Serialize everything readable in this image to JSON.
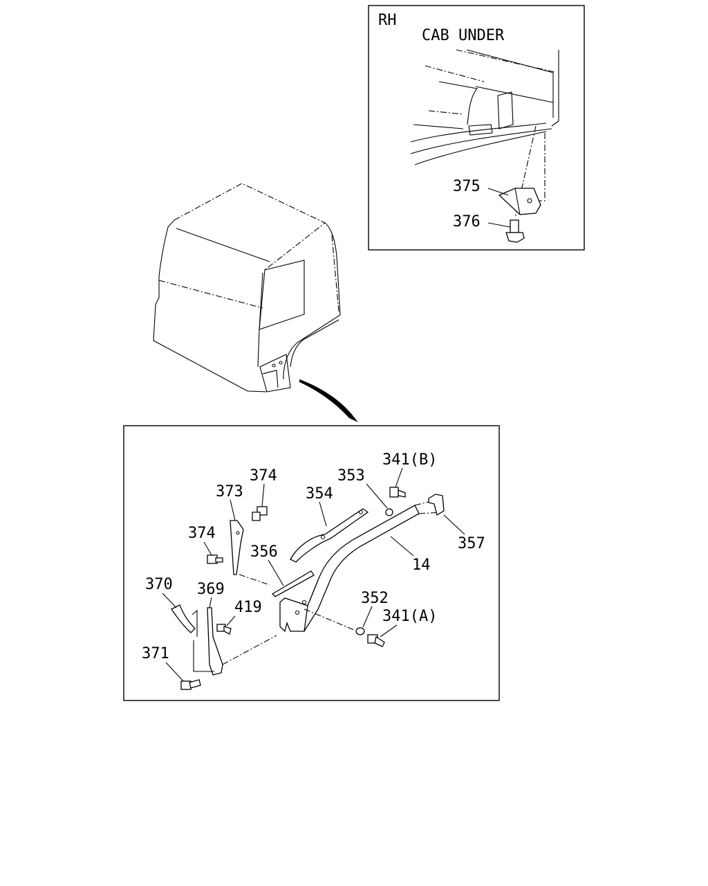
{
  "inset_rh": {
    "side_label": "RH",
    "caption": "CAB UNDER",
    "callouts": [
      {
        "id": "375",
        "text": "375"
      },
      {
        "id": "376",
        "text": "376"
      }
    ]
  },
  "detail": {
    "callouts": [
      {
        "id": "341b",
        "text": "341(B)"
      },
      {
        "id": "374a",
        "text": "374"
      },
      {
        "id": "353",
        "text": "353"
      },
      {
        "id": "373",
        "text": "373"
      },
      {
        "id": "354",
        "text": "354"
      },
      {
        "id": "374b",
        "text": "374"
      },
      {
        "id": "356",
        "text": "356"
      },
      {
        "id": "357",
        "text": "357"
      },
      {
        "id": "14",
        "text": "14"
      },
      {
        "id": "370",
        "text": "370"
      },
      {
        "id": "369",
        "text": "369"
      },
      {
        "id": "352",
        "text": "352"
      },
      {
        "id": "419",
        "text": "419"
      },
      {
        "id": "341a",
        "text": "341(A)"
      },
      {
        "id": "371",
        "text": "371"
      }
    ]
  }
}
